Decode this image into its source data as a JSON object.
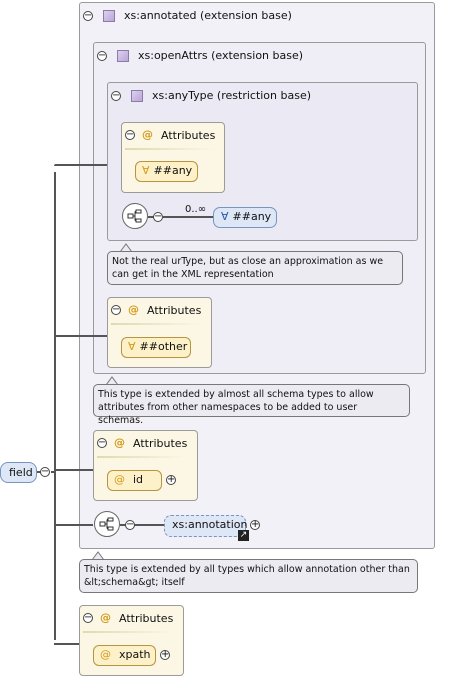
{
  "root": {
    "label": "field"
  },
  "types": {
    "annotated": {
      "label": "xs:annotated (extension base)"
    },
    "openAttrs": {
      "label": "xs:openAttrs (extension base)"
    },
    "anyType": {
      "label": "xs:anyType (restriction base)"
    }
  },
  "attribute_groups": {
    "any_type_attrs": {
      "title": "Attributes",
      "wildcard": "##any"
    },
    "open_attrs": {
      "title": "Attributes",
      "wildcard": "##other"
    },
    "annotated_attrs": {
      "title": "Attributes",
      "attribute": "id"
    },
    "field_attrs": {
      "title": "Attributes",
      "attribute": "xpath"
    }
  },
  "any_type_sequence": {
    "cardinality": "0..∞",
    "element": "##any"
  },
  "annotated_sequence": {
    "element": "xs:annotation"
  },
  "notes": {
    "anyType": "Not the real urType, but as close an approximation as we can get in the XML representation",
    "openAttrs": "This type is extended by almost all schema types to allow attributes from other namespaces to be added to user schemas.",
    "annotated": "This type is extended by all types which allow annotation other than &lt;schema&gt; itself"
  },
  "icons": {
    "collapse": "⊖",
    "expand": "⊕",
    "at": "@",
    "wildcard": "∀"
  }
}
